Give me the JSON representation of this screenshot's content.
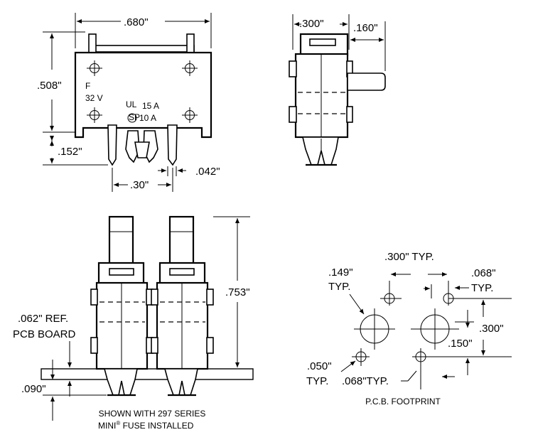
{
  "front_view": {
    "width_dim": ".680\"",
    "height_dim": ".508\"",
    "pin_length_dim": ".152\"",
    "pin_spacing_dim": ".30\"",
    "pin_width_dim": ".042\"",
    "rating_symbol": "F",
    "voltage": "32 V",
    "rating_ul": "15 A",
    "rating_csa": "10 A",
    "ul_mark": "UL",
    "csa_mark": "SP"
  },
  "side_view": {
    "width_dim": ".300\"",
    "protrusion_dim": ".160\""
  },
  "installed_view": {
    "height_dim": ".753\"",
    "pcb_label_line1": ".062\" REF.",
    "pcb_label_line2": "PCB BOARD",
    "pcb_offset_dim": ".090\"",
    "caption_line1": "SHOWN WITH 297 SERIES",
    "caption_line2_a": "MINI",
    "caption_line2_reg": "®",
    "caption_line2_b": " FUSE INSTALLED"
  },
  "footprint": {
    "spacing_dim": ".300\" TYP.",
    "large_hole_dim_line1": ".149\"",
    "large_hole_dim_line2": "TYP.",
    "small_hole_right_line1": ".068\"",
    "small_hole_right_line2": "TYP.",
    "vertical_spacing_dim": ".300\"",
    "offset_dim": ".150\"",
    "small_hole_dim_line1": ".050\"",
    "small_hole_dim_line2": "TYP.",
    "small_hole_bottom_dim": ".068\"TYP.",
    "caption": "P.C.B. FOOTPRINT"
  }
}
